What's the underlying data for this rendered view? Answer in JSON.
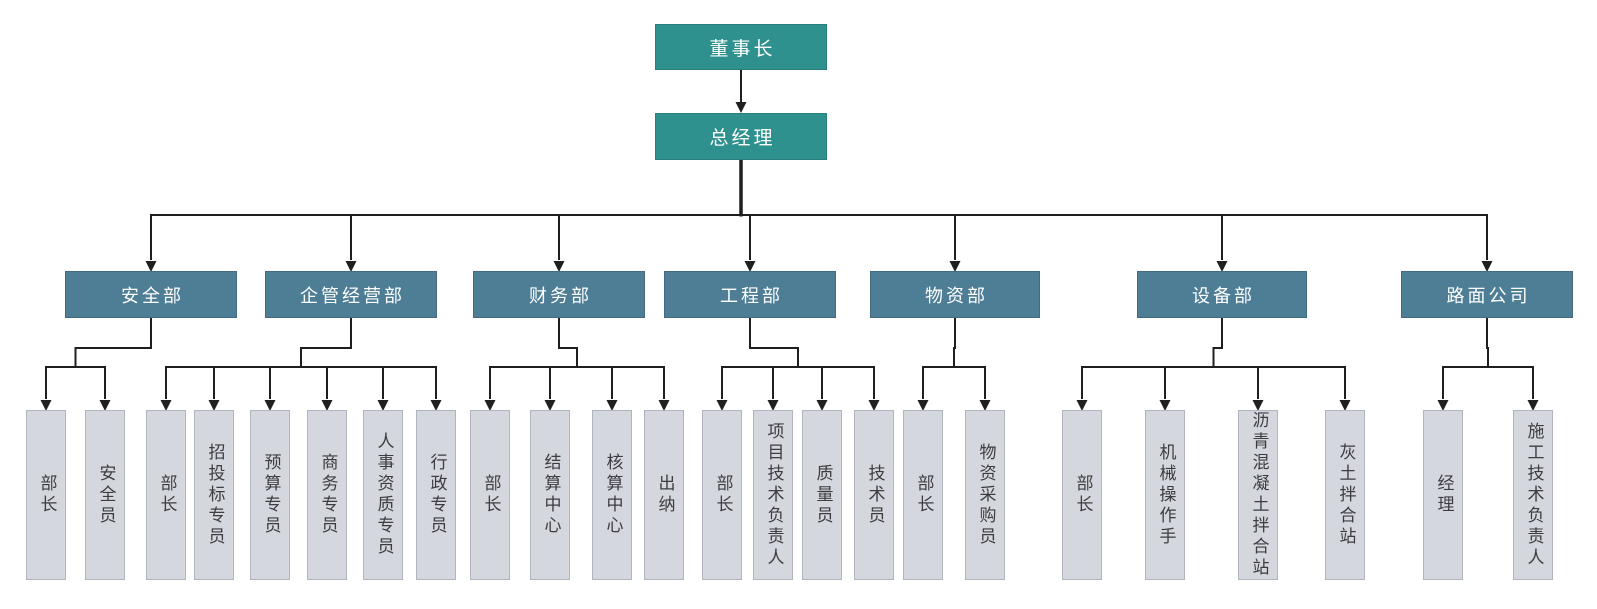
{
  "org_chart": {
    "root": {
      "label": "董事长"
    },
    "level2": {
      "label": "总经理"
    },
    "departments": [
      {
        "id": "safety",
        "label": "安全部",
        "children": [
          "部长",
          "安全员"
        ]
      },
      {
        "id": "business-management",
        "label": "企管经营部",
        "children": [
          "部长",
          "招投标专员",
          "预算专员",
          "商务专员",
          "人事资质专员",
          "行政专员"
        ]
      },
      {
        "id": "finance",
        "label": "财务部",
        "children": [
          "部长",
          "结算中心",
          "核算中心",
          "出纳"
        ]
      },
      {
        "id": "engineering",
        "label": "工程部",
        "children": [
          "部长",
          "项目技术负责人",
          "质量员",
          "技术员"
        ]
      },
      {
        "id": "materials",
        "label": "物资部",
        "children": [
          "部长",
          "物资采购员"
        ]
      },
      {
        "id": "equipment",
        "label": "设备部",
        "children": [
          "部长",
          "机械操作手",
          "沥青混凝土拌合站",
          "灰土拌合站"
        ]
      },
      {
        "id": "pavement-company",
        "label": "路面公司",
        "children": [
          "经理",
          "施工技术负责人"
        ]
      }
    ],
    "colors": {
      "executive_fill": "#2E918E",
      "department_fill": "#4D7E96",
      "role_fill": "#D4D7DD",
      "connector": "#1F1F1F",
      "executive_text": "#FFFFFF",
      "role_text": "#3C3C42"
    }
  }
}
